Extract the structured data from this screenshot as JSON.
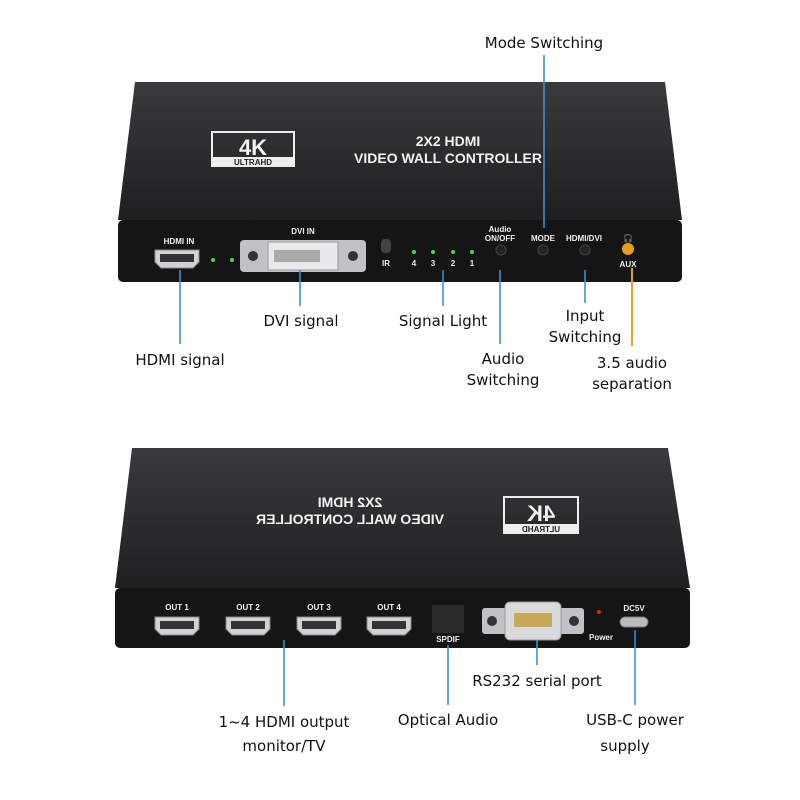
{
  "device": {
    "logo": {
      "big": "4K",
      "small": "ULTRAHD"
    },
    "title_line1": "2X2 HDMI",
    "title_line2": "VIDEO WALL CONTROLLER"
  },
  "front_panel": {
    "hdmi_in": "HDMI IN",
    "dvi_in": "DVI IN",
    "ir": "IR",
    "leds": [
      "4",
      "3",
      "2",
      "1"
    ],
    "audio_btn": [
      "Audio",
      "ON/OFF"
    ],
    "mode_btn": "MODE",
    "hdmi_dvi_btn": "HDMI/DVI",
    "aux": "AUX"
  },
  "rear_panel": {
    "outputs": [
      "OUT 1",
      "OUT 2",
      "OUT 3",
      "OUT 4"
    ],
    "spdif": "SPDIF",
    "power": "Power",
    "dc": "DC5V"
  },
  "callouts": {
    "mode_switching": "Mode Switching",
    "hdmi_signal": "HDMI signal",
    "dvi_signal": "DVI signal",
    "signal_light": "Signal Light",
    "audio_switching": [
      "Audio",
      "Switching"
    ],
    "input_switching": [
      "Input",
      "Switching"
    ],
    "audio_separation": [
      "3.5 audio",
      "separation"
    ],
    "hdmi_output": [
      "1~4 HDMI output",
      "monitor/TV"
    ],
    "optical_audio": "Optical Audio",
    "rs232": "RS232 serial port",
    "usbc_power": [
      "USB-C power",
      "supply"
    ]
  },
  "colors": {
    "leader": "#3d8fd1",
    "aux_leader": "#e8a020",
    "led": "#3ddc4a",
    "power_led": "#e02020"
  }
}
